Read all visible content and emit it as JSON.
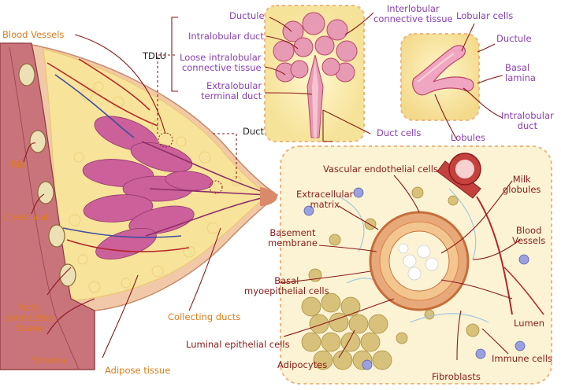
{
  "colors": {
    "orange_label": "#e07b1a",
    "purple_label": "#8a3fb5",
    "red_label": "#8b1a1a",
    "leader_line": "#8b1a1a",
    "dotted_box": "#f0b37e",
    "breast_skin": "#f2c9a8",
    "adipose": "#f7e39a",
    "gland": "#c95a9a",
    "chest_wall": "#c9737a",
    "blood_vessel": "#b3262b",
    "adipocyte": "#d8c17a"
  },
  "labels": {
    "blood_vessels_left": "Blood Vessels",
    "rib": "Rib",
    "chest_wall": "Chest wall",
    "fatty_connective_tissue": "Fatty\nconnective\ntissue",
    "stroma": "Stroma",
    "adipose_tissue": "Adipose tissue",
    "collecting_ducts": "Collecting ducts",
    "tdlu": "TDLU",
    "duct": "Duct",
    "ductule_top": "Ductule",
    "intralobular_duct_top": "Intralobular duct",
    "loose_intralobular": "Loose intralobular\nconnective tissue",
    "extralobular_terminal_duct": "Extralobular\nterminal duct",
    "interlobular_connective_tissue": "Interlobular\nconnective tissue",
    "duct_cells": "Duct cells",
    "lobular_cells": "Lobular cells",
    "ductule_right": "Ductule",
    "basal_lamina": "Basal\nlamina",
    "intralobular_duct_right": "Intralobular\nduct",
    "lobules": "Lobules",
    "vascular_endothelial_cells": "Vascular endothelial cells",
    "extracellular_matrix": "Extracellular\nmatrix",
    "milk_globules": "Milk\nglobules",
    "basement_membrane": "Basement\nmembrane",
    "blood_vessels_right": "Blood\nVessels",
    "basal_myoepithelial_cells": "Basal\nmyoepithelial cells",
    "lumen": "Lumen",
    "luminal_epithelial_cells": "Luminal epithelial cells",
    "adipocytes": "Adipocytes",
    "fibroblasts": "Fibroblasts",
    "immune_cells": "Immune cells"
  }
}
